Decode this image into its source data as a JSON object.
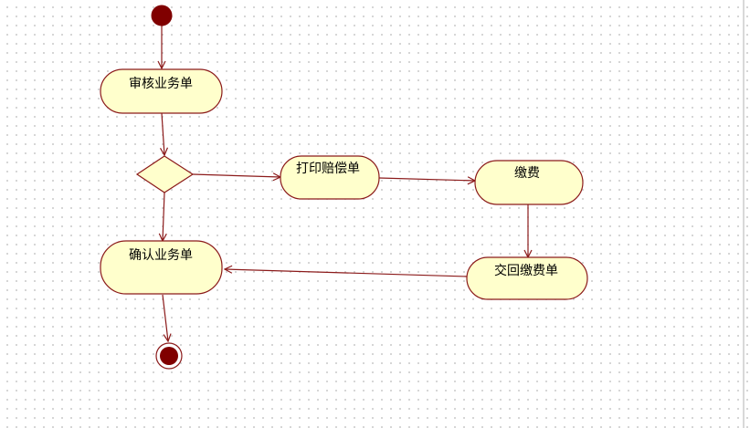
{
  "diagram": {
    "colors": {
      "line": "#8b1a1a",
      "node_fill": "#ffffcc",
      "node_stroke": "#8b1a1a",
      "start_fill": "#800000",
      "end_fill": "#800000"
    },
    "nodes": {
      "review": {
        "label": "审核业务单"
      },
      "print": {
        "label": "打印赔偿单"
      },
      "pay": {
        "label": "缴费"
      },
      "return": {
        "label": "交回缴费单"
      },
      "confirm": {
        "label": "确认业务单"
      }
    }
  }
}
